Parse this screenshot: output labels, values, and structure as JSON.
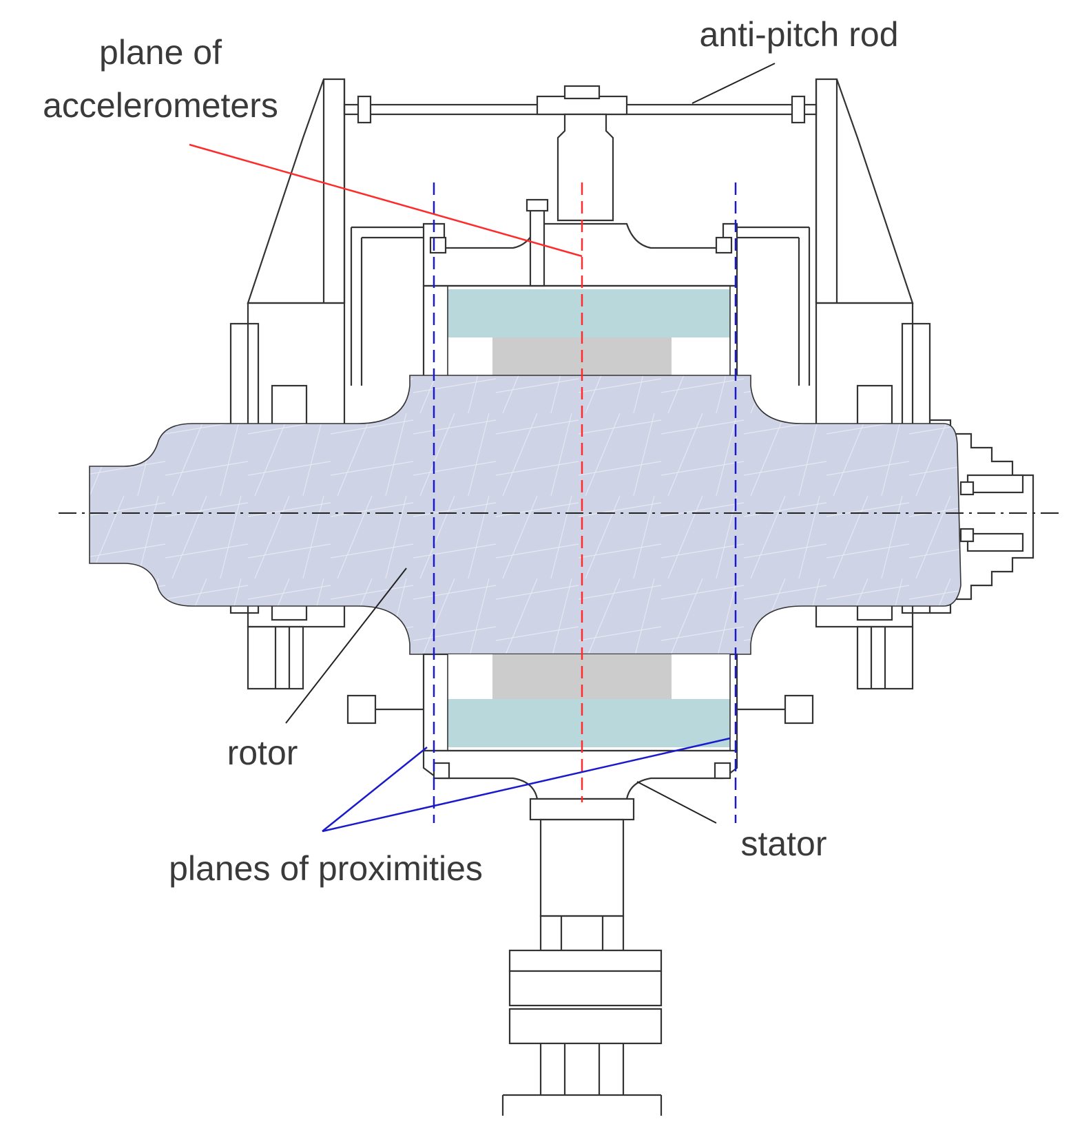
{
  "labels": {
    "accelerometers_line1": "plane of",
    "accelerometers_line2": "accelerometers",
    "anti_pitch_rod": "anti-pitch rod",
    "rotor": "rotor",
    "stator": "stator",
    "proximities": "planes of proximities"
  },
  "colors": {
    "rotor": "#cfd3e6",
    "magnet": "#b9d8dc",
    "core": "#cccccc",
    "accelerometer_plane": "#ff2a2a",
    "proximity_plane": "#1a1acc",
    "outline": "#333333",
    "label_text": "#3a3a3a"
  }
}
